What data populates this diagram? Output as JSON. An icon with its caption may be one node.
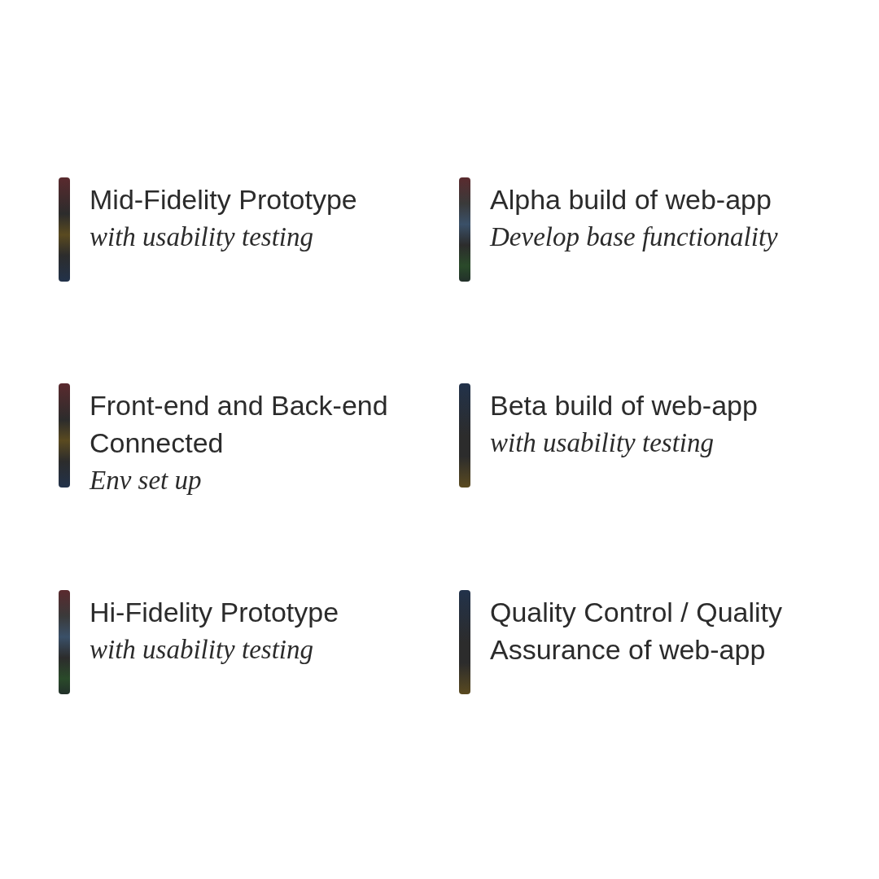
{
  "diagram": {
    "nodes": [
      {
        "text": [
          "Mid-Fidelity Prototype",
          "with usability testing"
        ]
      },
      {
        "text": [
          "Alpha build of web-app",
          "Develop base functionality"
        ]
      },
      {
        "text": [
          "Front-end and Back-end Connected",
          "Env set up"
        ]
      },
      {
        "text": [
          "Beta build of web-app",
          "with usability testing"
        ]
      },
      {
        "text": [
          "Hi-Fidelity Prototype",
          "with usability testing"
        ]
      },
      {
        "text": [
          "Quality Control / Quality Assurance of web-app"
        ]
      }
    ]
  }
}
